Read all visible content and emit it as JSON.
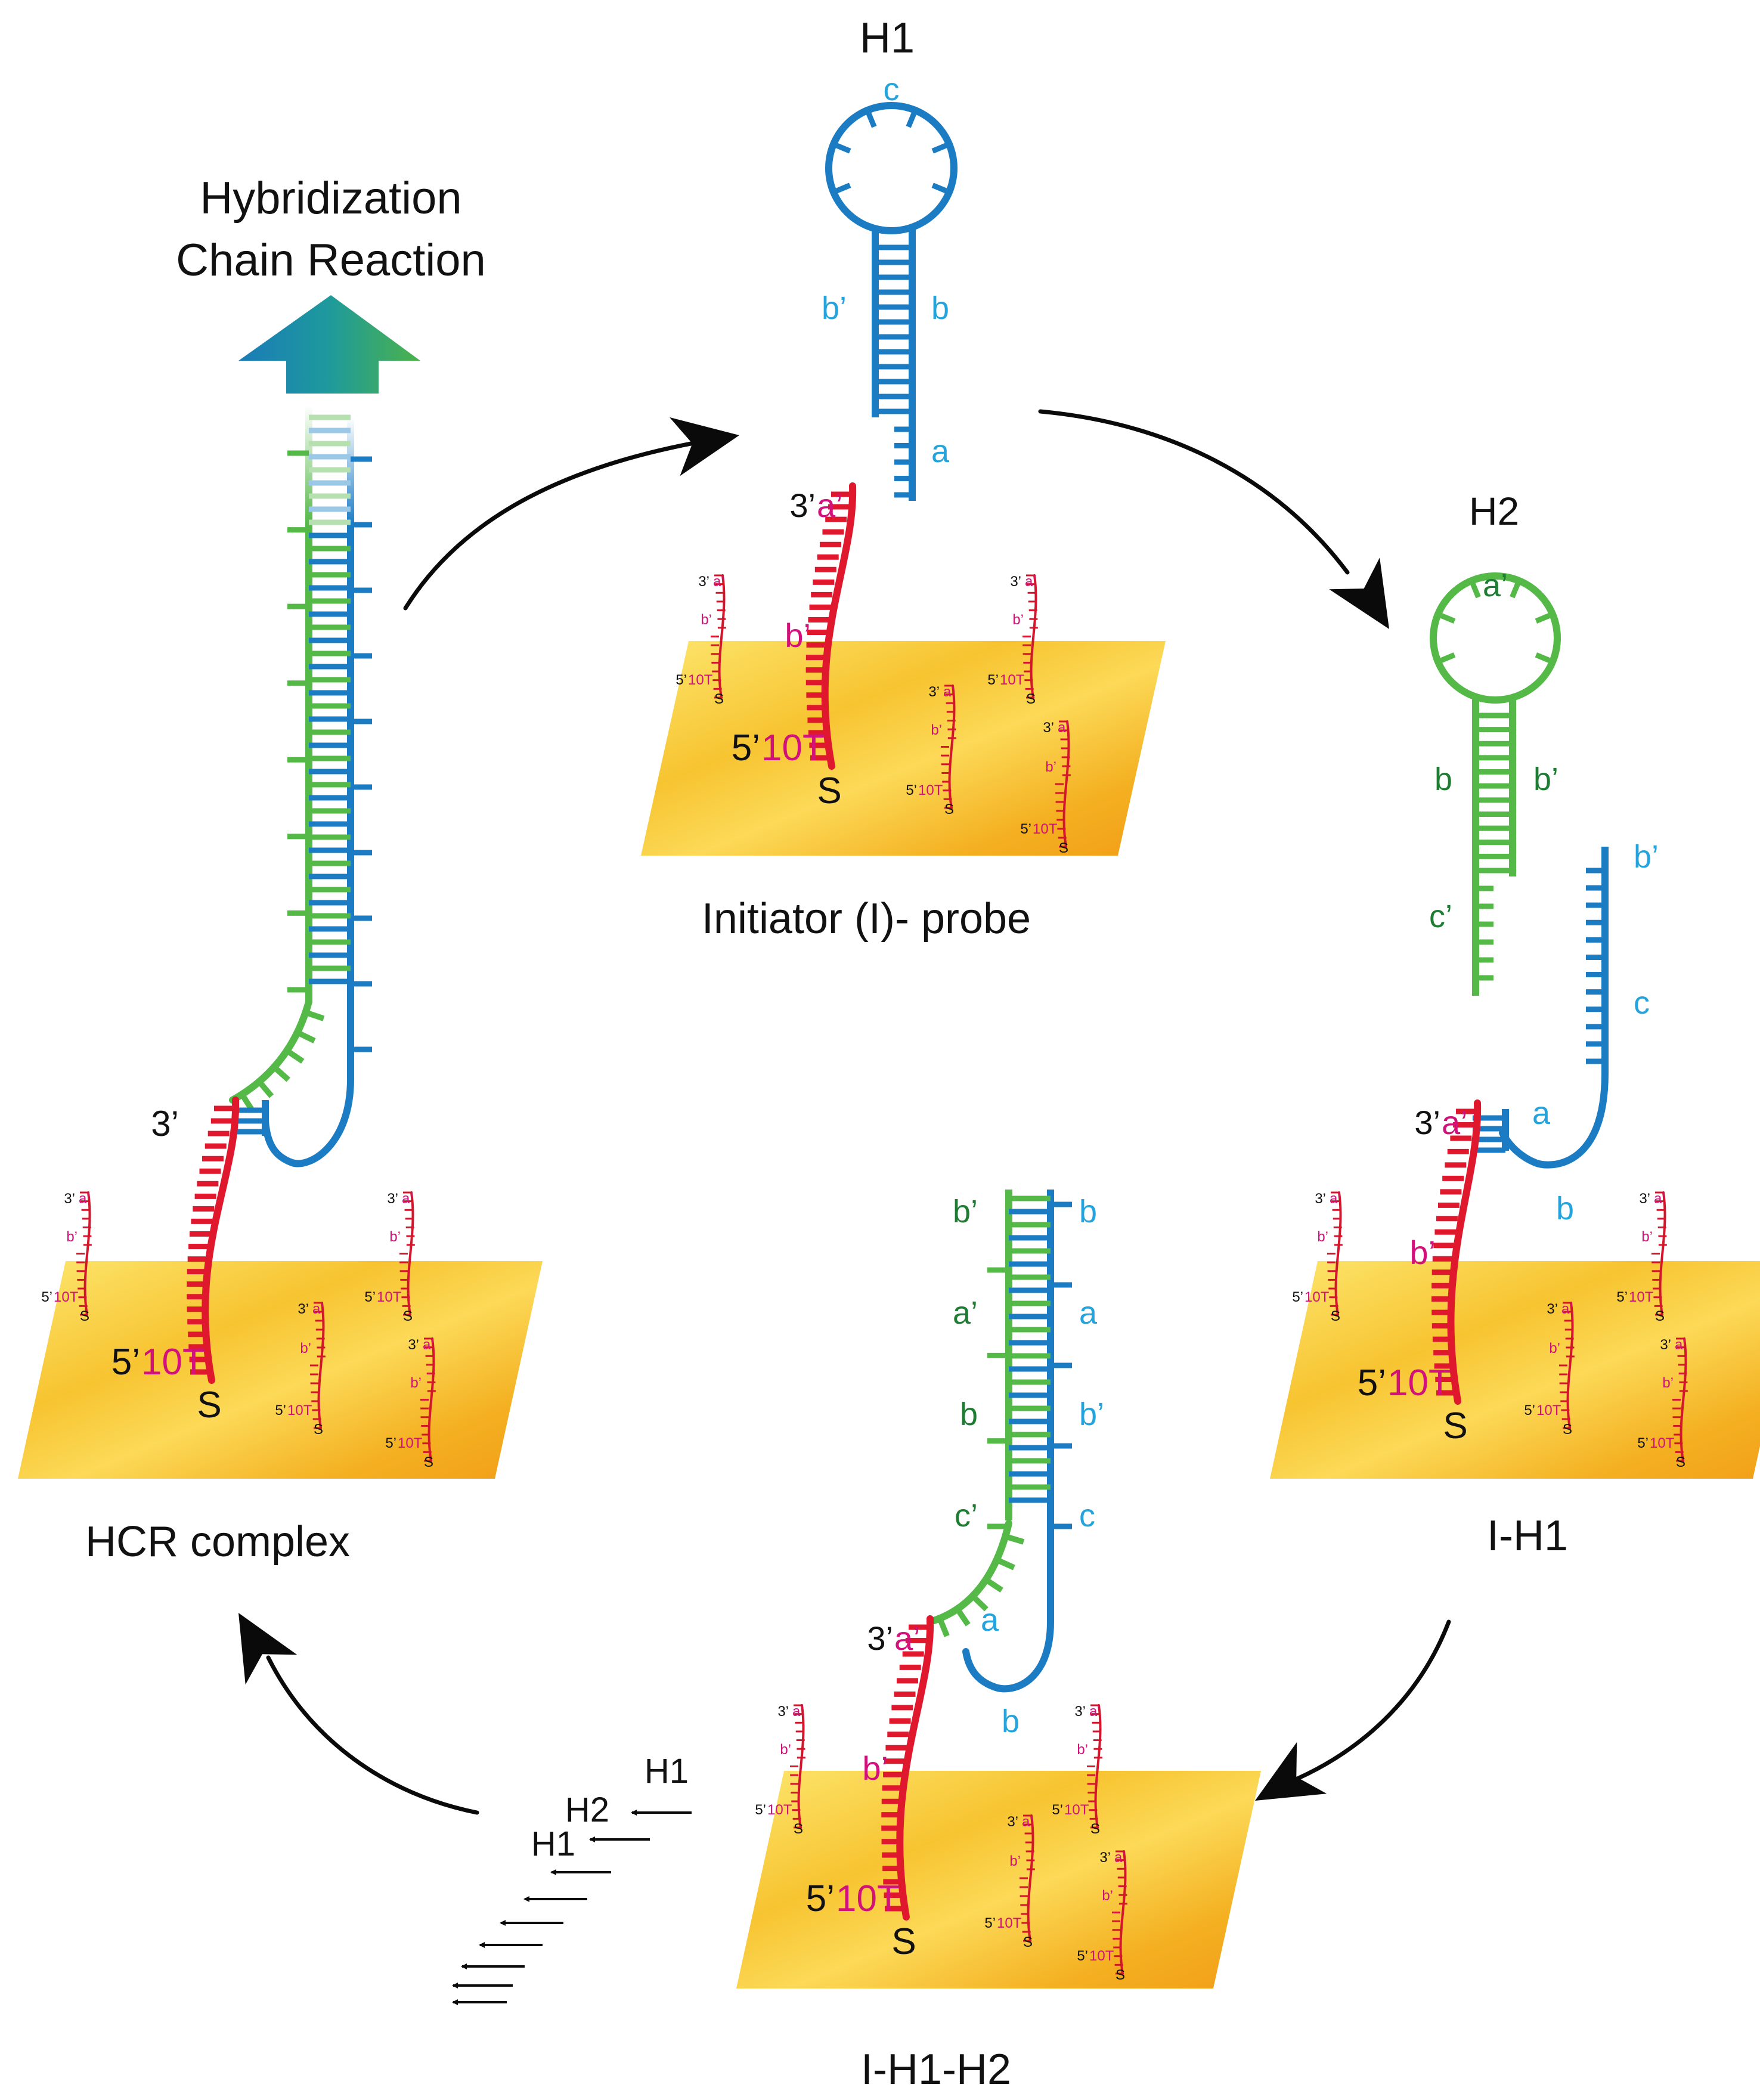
{
  "title": [
    "Hybridization",
    "Chain Reaction"
  ],
  "colors": {
    "initiator": "#e0182d",
    "initiator_label": "#d3117a",
    "h1": "#1b7cc4",
    "h1_label": "#25a3dc",
    "h2": "#54b947",
    "h2_label": "#1e7d32",
    "surface_light": "#fde36a",
    "surface_dark": "#f2a21c",
    "arrow": "#0a0a0a",
    "text": "#111111"
  },
  "panels": {
    "probe": {
      "caption": "Initiator (I)- probe",
      "h1_title": "H1",
      "h1_domains": {
        "c": "c",
        "b_left": "b’",
        "b_right": "b",
        "a": "a"
      },
      "initiator_labels": {
        "three": "3’",
        "a": "a’",
        "b": "b’",
        "five": "5’",
        "ten_t": "10T",
        "s": "S"
      }
    },
    "h2": {
      "title": "H2",
      "domains": {
        "a": "a’",
        "b_left": "b",
        "b_right": "b’",
        "c": "c’"
      }
    },
    "i_h1": {
      "caption": "I-H1",
      "h1_domains": {
        "b": "b’",
        "c": "c",
        "a": "a",
        "b_loop": "b"
      },
      "initiator_labels": {
        "three": "3’",
        "a": "a’",
        "b": "b’",
        "five": "5’",
        "ten_t": "10T",
        "s": "S"
      }
    },
    "i_h1_h2": {
      "caption": "I-H1-H2",
      "left_domains": [
        "b’",
        "a’",
        "b",
        "c’"
      ],
      "right_domains": [
        "b",
        "a",
        "b’",
        "c"
      ],
      "loop_domains": {
        "a": "a",
        "b": "b"
      },
      "initiator_labels": {
        "three": "3’",
        "a": "a’",
        "b": "b’",
        "five": "5’",
        "ten_t": "10T",
        "s": "S"
      },
      "incoming": [
        "H1",
        "H2",
        "H1"
      ]
    },
    "hcr": {
      "caption": "HCR complex",
      "three": "3’",
      "initiator_labels": {
        "five": "5’",
        "ten_t": "10T",
        "s": "S"
      }
    }
  },
  "mini_probe": {
    "three": "3’",
    "a": "a’",
    "b": "b’",
    "five": "5’",
    "ten_t": "10T",
    "s": "S"
  }
}
